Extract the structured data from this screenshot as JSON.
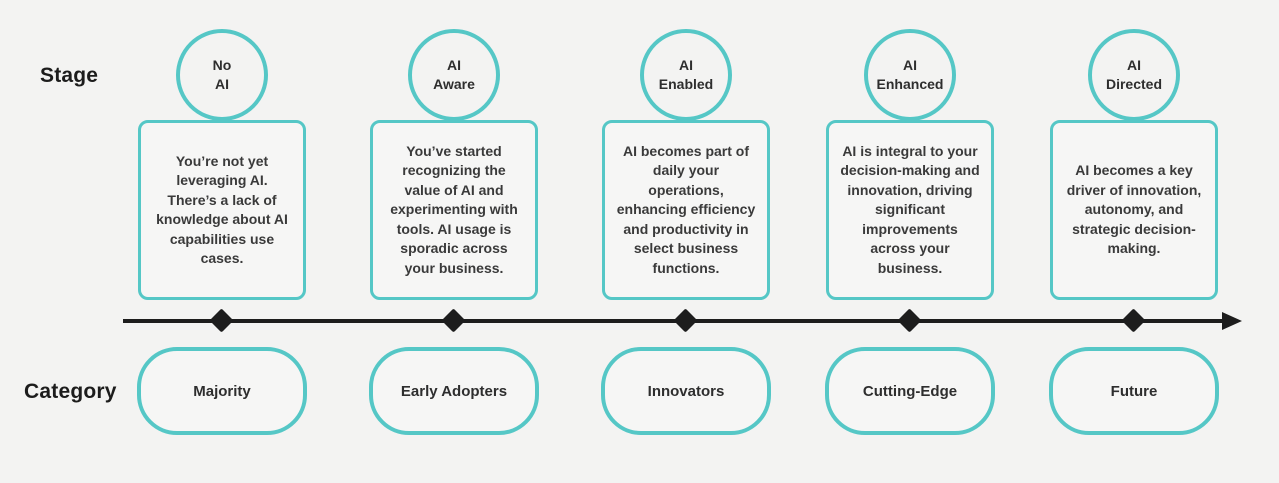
{
  "colors": {
    "teal": "#55c7c6",
    "background": "#f3f3f2",
    "timeline": "#1d1d1d"
  },
  "labels": {
    "stage_axis": "Stage",
    "category_axis": "Category"
  },
  "stages": [
    {
      "name_line1": "No",
      "name_line2": "AI",
      "description": "You’re not yet leveraging AI. There’s a lack of knowledge about AI capabilities use cases.",
      "category": "Majority"
    },
    {
      "name_line1": "AI",
      "name_line2": "Aware",
      "description": "You’ve started recognizing the value of AI and experimenting with tools. AI usage is sporadic across your business.",
      "category": "Early Adopters"
    },
    {
      "name_line1": "AI",
      "name_line2": "Enabled",
      "description": "AI becomes part of daily your operations, enhancing efficiency and productivity in select business functions.",
      "category": "Innovators"
    },
    {
      "name_line1": "AI",
      "name_line2": "Enhanced",
      "description": "AI is integral to your decision-making and innovation, driving significant improvements across your business.",
      "category": "Cutting-Edge"
    },
    {
      "name_line1": "AI",
      "name_line2": "Directed",
      "description": "AI becomes a key driver of innovation, autonomy, and strategic decision-making.",
      "category": "Future"
    }
  ]
}
